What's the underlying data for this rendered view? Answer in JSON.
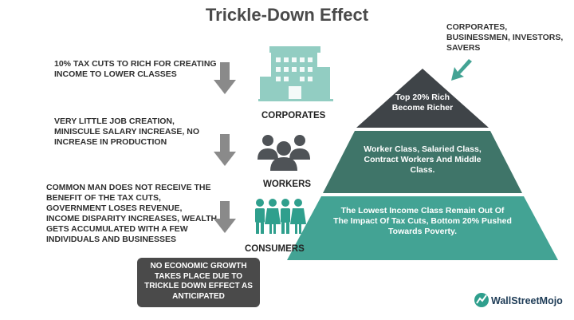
{
  "title": "Trickle-Down Effect",
  "left_statements": [
    "10% TAX CUTS TO RICH FOR CREATING INCOME TO LOWER CLASSES",
    "VERY LITTLE JOB CREATION, MINISCULE SALARY INCREASE, NO INCREASE IN PRODUCTION",
    "COMMON MAN DOES NOT RECEIVE THE BENEFIT OF THE TAX CUTS, GOVERNMENT LOSES REVENUE, INCOME DISPARITY INCREASES, WEALTH GETS ACCUMULATED WITH A FEW INDIVIDUALS AND BUSINESSES"
  ],
  "categories": [
    "CORPORATES",
    "WORKERS",
    "CONSUMERS"
  ],
  "top_label": "CORPORATES, BUSINESSMEN, INVESTORS, SAVERS",
  "pyramid": [
    "Top 20% Rich Become Richer",
    "Worker Class, Salaried Class, Contract Workers And Middle Class.",
    "The Lowest Income Class Remain Out Of The Impact Of Tax Cuts, Bottom 20% Pushed Towards Poverty."
  ],
  "conclusion": "NO ECONOMIC GROWTH TAKES PLACE DUE TO TRICKLE DOWN EFFECT AS ANTICIPATED",
  "logo": "WallStreetMojo",
  "colors": {
    "pyramid_top": "#3f4448",
    "pyramid_middle": "#3f7569",
    "pyramid_bottom": "#43a394",
    "teal": "#2f9f8d",
    "arrow_gray": "#8a8a8a",
    "dark_box": "#4a4a4a"
  }
}
